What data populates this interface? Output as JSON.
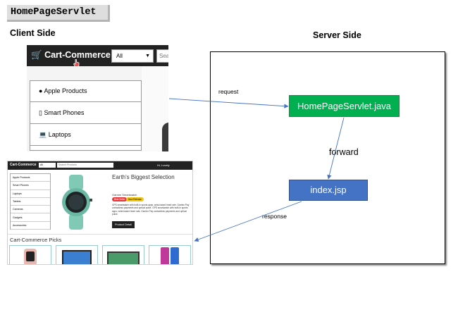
{
  "title": "HomePageServlet",
  "client_heading": "Client Side",
  "server_heading": "Server Side",
  "screenshot1": {
    "logo": "Cart-Commerce",
    "select_value": "All",
    "search_text": "Sea",
    "menu_items": [
      {
        "icon": "apple-icon",
        "label": "Apple Products"
      },
      {
        "icon": "phone-icon",
        "label": "Smart Phones"
      },
      {
        "icon": "laptop-icon",
        "label": "Laptops"
      }
    ]
  },
  "screenshot2": {
    "logo": "Cart-Commerce",
    "select_value": "All",
    "search_placeholder": "Search Products",
    "user_text": "Hi, Lovely",
    "menu_items": [
      {
        "icon": "apple-icon",
        "label": "Apple Products"
      },
      {
        "icon": "phone-icon",
        "label": "Smart Phones"
      },
      {
        "icon": "laptop-icon",
        "label": "Laptops"
      },
      {
        "icon": "tablet-icon",
        "label": "Tablets"
      },
      {
        "icon": "camera-icon",
        "label": "Cameras"
      },
      {
        "icon": "gadget-icon",
        "label": "Gadgets"
      },
      {
        "icon": "accessory-icon",
        "label": "Accessories"
      }
    ],
    "hero_title": "Earth's Biggest Selection",
    "product_name": "Garmin Smartwatch",
    "badge_best": "Best Seller",
    "badge_new": "New Release",
    "product_desc": "GPS smartwatch with built-in sports apps, wrist-based heart rate, Garmin Pay contactless payments and optical pulse. GPS smartwatch with built-in sports apps, wrist-based heart rate, Garmin Pay contactless payments and optical pulse.",
    "button_label": "Product Detail",
    "picks_title": "Cart-Commerce Picks",
    "colors": {
      "badge_best": "#e8383d",
      "badge_new": "#f2c811",
      "watch_band": "#7fc9b5"
    }
  },
  "nodes": {
    "servlet": "HomePageServlet.java",
    "jsp": "index.jsp"
  },
  "edges": {
    "request": "request",
    "forward": "forward",
    "response": "response"
  },
  "colors": {
    "servlet_fill": "#00b050",
    "jsp_fill": "#4472c4",
    "arrow": "#4472c4"
  }
}
